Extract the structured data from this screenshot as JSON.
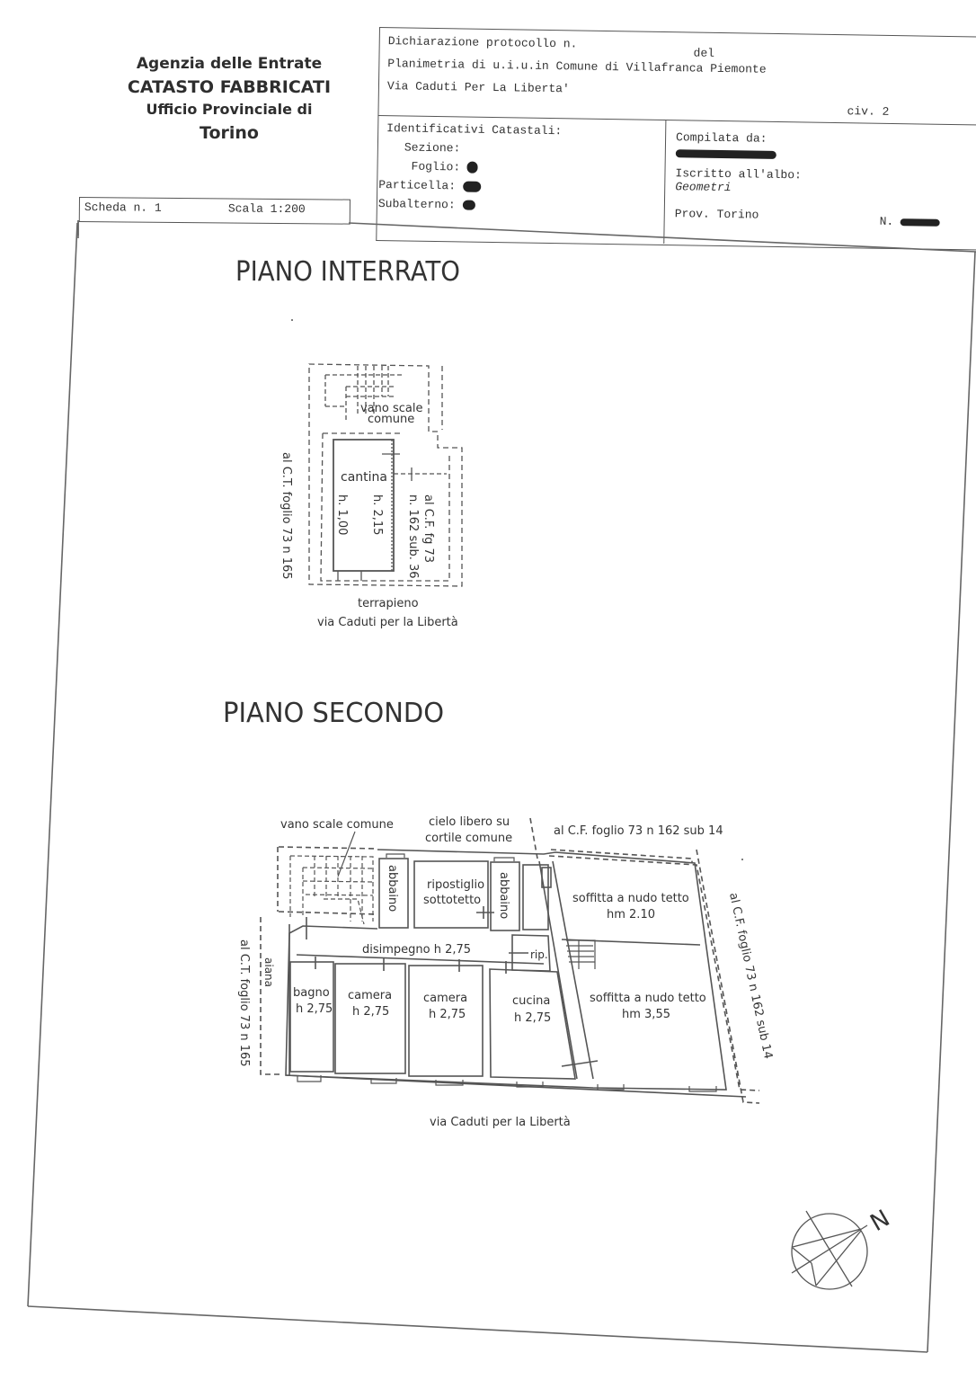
{
  "agency": {
    "line1": "Agenzia delle Entrate",
    "line2": "CATASTO FABBRICATI",
    "line3": "Ufficio Provinciale di",
    "line4": "Torino"
  },
  "sheet": {
    "scheda": "Scheda n. 1",
    "scala": "Scala 1:200"
  },
  "header": {
    "dichiarazione": "Dichiarazione protocollo n.",
    "del": "del",
    "planimetria": "Planimetria di u.i.u.in Comune di Villafranca Piemonte",
    "via": "Via Caduti Per La Liberta'",
    "civ": "civ. 2",
    "identificativi": "Identificativi Catastali:",
    "sezione": "Sezione:",
    "foglio": "Foglio:",
    "particella": "Particella:",
    "subalterno": "Subalterno:",
    "compilata": "Compilata da:",
    "iscritto": "Iscritto all'albo:",
    "albo": "Geometri",
    "prov": "Prov. Torino",
    "n_label": "N."
  },
  "plan_basement": {
    "title": "PIANO INTERRATO",
    "stair": [
      "vano scale",
      "comune"
    ],
    "room": "cantina",
    "h1": "h. 1,00",
    "h2": "h. 2,15",
    "right_label": [
      "al C.F. fg 73",
      "n. 162 sub. 36"
    ],
    "left_label": "al C.T. foglio 73 n 165",
    "bottom1": "terrapieno",
    "bottom2": "via Caduti per la Libertà"
  },
  "plan_second": {
    "title": "PIANO SECONDO",
    "stair_label": "vano scale comune",
    "sky": [
      "cielo libero su",
      "cortile comune"
    ],
    "top_right": "al C.F. foglio 73 n 162 sub 14",
    "right_side": "al C.F. foglio 73 n 162 sub 14",
    "left_side": "al C.T. foglio 73 n 165",
    "left_inner": "aiana",
    "abbaino": "abbaino",
    "ripostiglio": [
      "ripostiglio",
      "sottotetto"
    ],
    "disimpegno": "disimpegno h 2,75",
    "rip": "rip.",
    "soffitta1": [
      "soffitta a nudo tetto",
      "hm 2.10"
    ],
    "soffitta2": [
      "soffitta a nudo tetto",
      "hm 3,55"
    ],
    "rooms": [
      {
        "name": "bagno",
        "h": "h 2,75"
      },
      {
        "name": "camera",
        "h": "h 2,75"
      },
      {
        "name": "camera",
        "h": "h 2,75"
      },
      {
        "name": "cucina",
        "h": "h 2,75"
      }
    ],
    "street": "via Caduti per la Libertà"
  },
  "north": "N"
}
